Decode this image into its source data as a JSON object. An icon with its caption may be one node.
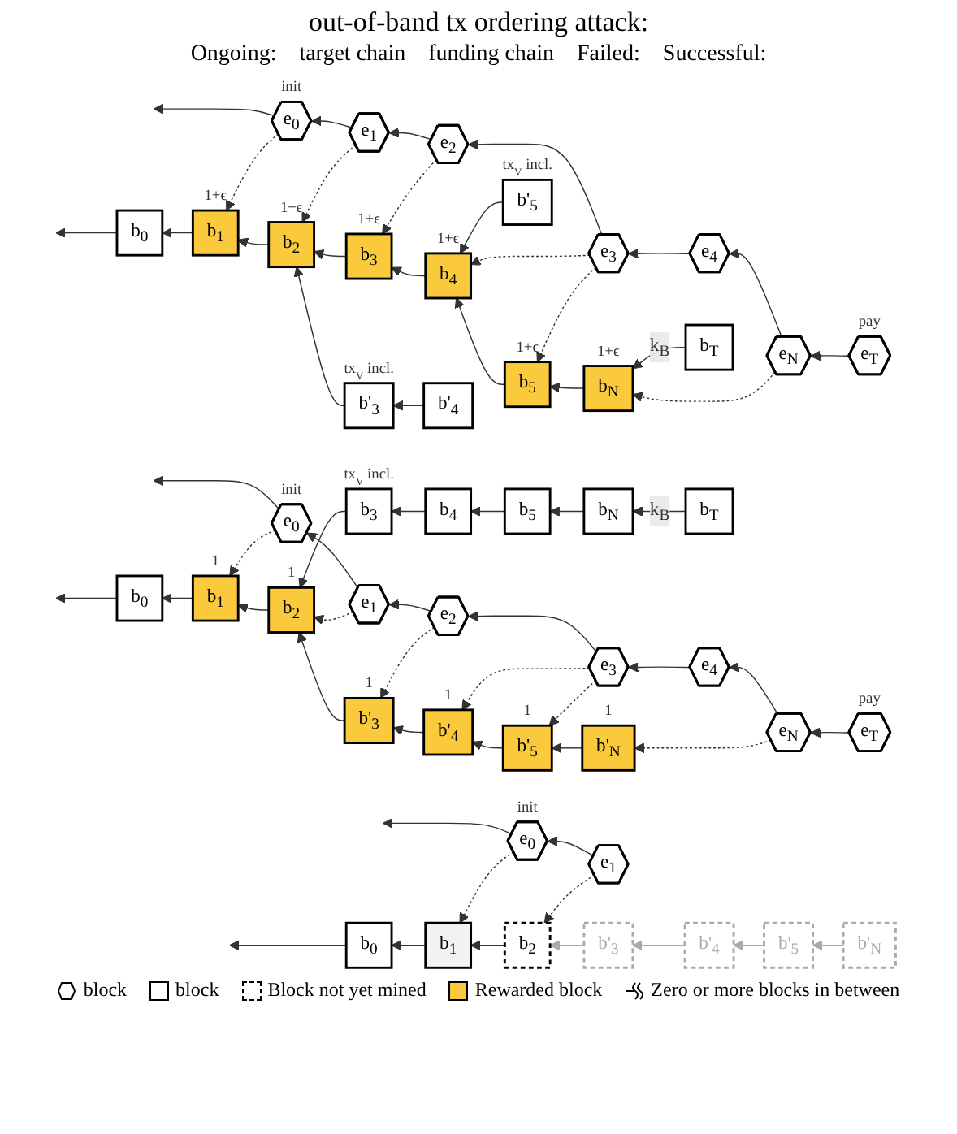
{
  "diagram": {
    "title": "out-of-band tx ordering attack:",
    "nodes": [
      {
        "text": [
          "b$_{0}$"
        ]
      },
      {
        "text": [
          "b$_{1}$"
        ]
      },
      {
        "text": [
          "b$_{2}$"
        ]
      },
      {
        "text": [
          "b'$_{3}$"
        ]
      },
      {
        "text": [
          "b'$_{4}$"
        ]
      },
      {
        "text": [
          "b'$_{5}$"
        ]
      },
      {
        "text": [
          "b'$_{N}$"
        ]
      },
      {
        "text": [
          "e$_{0}$"
        ],
        "beside": [
          "init"
        ]
      },
      {
        "text": [
          "e$_{1}$"
        ]
      },
      {
        "text": [
          "b$_{3}$"
        ],
        "beside": [
          "tx$_{V}$ incl."
        ]
      },
      {
        "text": [
          "b$_{4}$"
        ]
      },
      {
        "text": [
          "b$_{5}$"
        ]
      },
      {
        "text": [
          "b$_{N}$"
        ]
      },
      {
        "text": [
          "b$_{T}$"
        ]
      },
      {
        "text": [
          "b$_{0}$"
        ]
      },
      {
        "text": [
          "b$_{1}$"
        ],
        "beside": [
          "1"
        ]
      },
      {
        "text": [
          "b$_{2}$"
        ],
        "beside": [
          "1"
        ]
      },
      {
        "text": [
          "b'$_{3}$"
        ],
        "beside": [
          "1"
        ]
      },
      {
        "text": [
          "b'$_{4}$"
        ],
        "beside": [
          "1"
        ]
      },
      {
        "text": [
          "b'$_{5}$"
        ],
        "beside": [
          "1"
        ]
      },
      {
        "text": [
          "b'$_{N}$"
        ],
        "beside": [
          "1"
        ]
      },
      {
        "text": [
          "e$_{0}$"
        ],
        "beside": [
          "init"
        ]
      },
      {
        "text": [
          "e$_{1}$"
        ]
      },
      {
        "text": [
          "e$_{2}$"
        ]
      },
      {
        "text": [
          "e$_{3}$"
        ]
      },
      {
        "text": [
          "e$_{4}$"
        ]
      },
      {
        "text": [
          "e$_{N}$"
        ]
      },
      {
        "text": [
          "e$_{T}$"
        ],
        "beside": [
          "pay"
        ]
      },
      {
        "text": [
          "b'$_{3}$"
        ],
        "beside": [
          "tx$_{V}$ incl."
        ]
      },
      {
        "text": [
          "b'$_{4}$"
        ]
      },
      {
        "text": [
          "b'$_{5}$"
        ],
        "beside": [
          "tx$_{V}$ incl."
        ]
      },
      {
        "text": [
          "b$_{0}$"
        ]
      },
      {
        "text": [
          "b$_{1}$"
        ],
        "beside": [
          "1+ϵ"
        ]
      },
      {
        "text": [
          "b$_{2}$"
        ],
        "beside": [
          "1+ϵ"
        ]
      },
      {
        "text": [
          "b$_{3}$"
        ],
        "beside": [
          "1+ϵ"
        ]
      },
      {
        "text": [
          "b$_{4}$"
        ],
        "beside": [
          "1+ϵ"
        ]
      },
      {
        "text": [
          "b$_{5}$"
        ],
        "beside": [
          "1+ϵ"
        ]
      },
      {
        "text": [
          "b$_{N}$"
        ],
        "beside": [
          "1+ϵ"
        ]
      },
      {
        "text": [
          "b$_{T}$"
        ]
      },
      {
        "text": [
          "e$_{0}$"
        ],
        "beside": [
          "init"
        ]
      },
      {
        "text": [
          "e$_{1}$"
        ]
      },
      {
        "text": [
          "e$_{2}$"
        ]
      },
      {
        "text": [
          "e$_{3}$"
        ]
      },
      {
        "text": [
          "e$_{4}$"
        ]
      },
      {
        "text": [
          "e$_{N}$"
        ]
      },
      {
        "text": [
          "e$_{T}$"
        ],
        "beside": [
          "pay"
        ]
      }
    ],
    "edges": [
      {
        "from": 0,
        "to": null,
        "arrow": "to"
      },
      {
        "from": 1,
        "to": 0,
        "arrow": "to"
      },
      {
        "from": 2,
        "to": 1,
        "arrow": "to"
      },
      {
        "from": 3,
        "to": 2,
        "arrow": "to",
        "color": "#aaaaaa"
      },
      {
        "from": 4,
        "to": 3,
        "arrow": "to",
        "color": "#aaaaaa"
      },
      {
        "from": 5,
        "to": 4,
        "arrow": "to",
        "color": "#aaaaaa"
      },
      {
        "from": 6,
        "to": 5,
        "arrow": "to",
        "color": "#aaaaaa"
      },
      {
        "from": 7,
        "to": null,
        "arrow": "to"
      },
      {
        "from": 8,
        "to": 7,
        "arrow": "to"
      },
      {
        "from": 7,
        "to": 1,
        "arrow": "to",
        "style": "dashed"
      },
      {
        "from": 8,
        "to": 2,
        "arrow": "to",
        "style": "dashed"
      },
      {
        "from": 10,
        "to": 9,
        "arrow": "to"
      },
      {
        "from": 11,
        "to": 10,
        "arrow": "to"
      },
      {
        "from": 12,
        "to": 11,
        "arrow": "to"
      },
      {
        "from": 13,
        "to": 12,
        "arrow": "to",
        "label": "k$_{B}$"
      },
      {
        "from": 9,
        "to": 16,
        "arrow": "to"
      },
      {
        "from": 14,
        "to": null,
        "arrow": "to"
      },
      {
        "from": 15,
        "to": 14,
        "arrow": "to"
      },
      {
        "from": 16,
        "to": 15,
        "arrow": "to"
      },
      {
        "from": 17,
        "to": 16,
        "arrow": "to"
      },
      {
        "from": 18,
        "to": 17,
        "arrow": "to"
      },
      {
        "from": 19,
        "to": 18,
        "arrow": "to"
      },
      {
        "from": 20,
        "to": 19,
        "arrow": "to"
      },
      {
        "from": 21,
        "to": null,
        "arrow": "to"
      },
      {
        "from": 22,
        "to": 21,
        "arrow": "to"
      },
      {
        "from": 23,
        "to": 22,
        "arrow": "to"
      },
      {
        "from": 24,
        "to": 23,
        "arrow": "to"
      },
      {
        "from": 25,
        "to": 24,
        "arrow": "to"
      },
      {
        "from": 26,
        "to": 25,
        "arrow": "to"
      },
      {
        "from": 27,
        "to": 26,
        "arrow": "to"
      },
      {
        "from": 21,
        "to": 15,
        "arrow": "to",
        "style": "dashed"
      },
      {
        "from": 22,
        "to": 16,
        "arrow": "to",
        "style": "dashed"
      },
      {
        "from": 23,
        "to": 17,
        "arrow": "to",
        "style": "dashed"
      },
      {
        "from": 24,
        "to": 18,
        "arrow": "to",
        "style": "dashed"
      },
      {
        "from": 24,
        "to": 19,
        "arrow": "to",
        "style": "dashed"
      },
      {
        "from": 26,
        "to": 20,
        "arrow": "to",
        "style": "dashed"
      },
      {
        "from": 29,
        "to": 28,
        "arrow": "to"
      },
      {
        "from": 28,
        "to": 33,
        "arrow": "to"
      },
      {
        "from": 30,
        "to": 35,
        "arrow": "to"
      },
      {
        "from": 31,
        "to": null,
        "arrow": "to"
      },
      {
        "from": 32,
        "to": 31,
        "arrow": "to"
      },
      {
        "from": 33,
        "to": 32,
        "arrow": "to"
      },
      {
        "from": 34,
        "to": 33,
        "arrow": "to"
      },
      {
        "from": 35,
        "to": 34,
        "arrow": "to"
      },
      {
        "from": 36,
        "to": 35,
        "arrow": "to"
      },
      {
        "from": 37,
        "to": 36,
        "arrow": "to"
      },
      {
        "from": 38,
        "to": 37,
        "arrow": "to",
        "label": "k$_{B}$"
      },
      {
        "from": 39,
        "to": null,
        "arrow": "to"
      },
      {
        "from": 40,
        "to": 39,
        "arrow": "to"
      },
      {
        "from": 41,
        "to": 40,
        "arrow": "to"
      },
      {
        "from": 42,
        "to": 41,
        "arrow": "to"
      },
      {
        "from": 43,
        "to": 42,
        "arrow": "to"
      },
      {
        "from": 44,
        "to": 43,
        "arrow": "to"
      },
      {
        "from": 45,
        "to": 44,
        "arrow": "to"
      },
      {
        "from": 39,
        "to": 32,
        "arrow": "to",
        "style": "dashed"
      },
      {
        "from": 40,
        "to": 33,
        "arrow": "to",
        "style": "dashed"
      },
      {
        "from": 41,
        "to": 34,
        "arrow": "to",
        "style": "dashed"
      },
      {
        "from": 42,
        "to": 35,
        "arrow": "to",
        "style": "dashed"
      },
      {
        "from": 42,
        "to": 36,
        "arrow": "to",
        "style": "dashed"
      },
      {
        "from": 44,
        "to": 37,
        "arrow": "to",
        "style": "dashed"
      }
    ],
    "labels": [
      "Ongoing:",
      "target chain",
      "funding chain",
      "Failed:",
      "Successful:"
    ],
    "legend": [
      {
        "text": "block"
      },
      {
        "text": "block"
      },
      {
        "text": "Block not yet mined"
      },
      {
        "text": "Rewarded block",
        "color": "#fbca3c"
      },
      {
        "text": "Zero or more blocks in between"
      }
    ]
  }
}
